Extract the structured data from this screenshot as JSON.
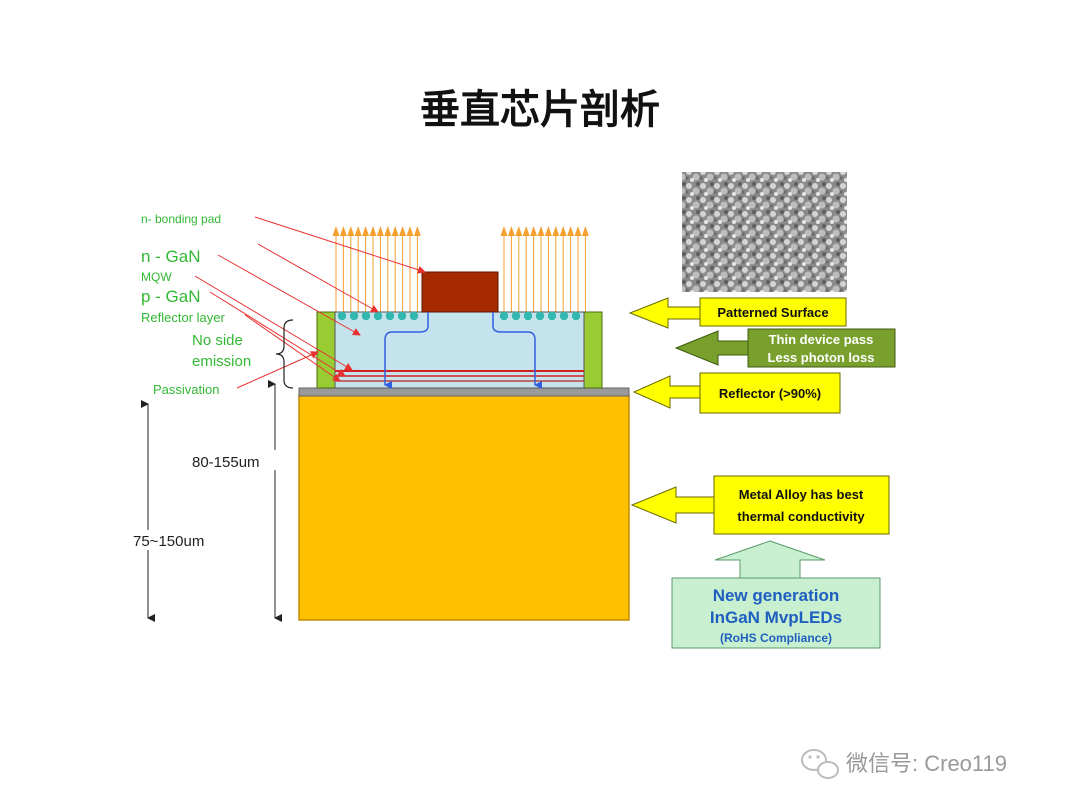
{
  "title": "垂直芯片剖析",
  "labels": {
    "n_bonding_pad": "n- bonding pad",
    "n_gan": "n - GaN",
    "mqw": "MQW",
    "p_gan": "p - GaN",
    "reflector_layer": "Reflector layer",
    "no_side": "No side",
    "emission": "emission",
    "passivation": "Passivation"
  },
  "dimensions": {
    "inner": "80-155um",
    "outer": "75~150um"
  },
  "callouts": {
    "patterned_surface": "Patterned Surface",
    "thin_device_line1": "Thin device pass",
    "thin_device_line2": "Less photon loss",
    "reflector": "Reflector (>90%)",
    "metal_alloy_line1": "Metal Alloy has best",
    "metal_alloy_line2": "thermal conductivity"
  },
  "new_generation": {
    "line1": "New generation",
    "line2": "InGaN MvpLEDs",
    "line3": "(RoHS Compliance)"
  },
  "watermark": {
    "text": "微信号: Creo119",
    "icon": "wechat-icon"
  },
  "colors": {
    "substrate": "#ffc000",
    "passivation": "#99cc33",
    "gan": "#c5e3ec",
    "pad": "#a52a00",
    "label_green": "#33b833",
    "callout_yellow": "#ffff00",
    "callout_green": "#79a02c",
    "light_arrow": "#f5a030",
    "leader": "#e83030",
    "new_gen_bg": "#c8f0d0",
    "new_gen_text": "#1f5fbf"
  }
}
